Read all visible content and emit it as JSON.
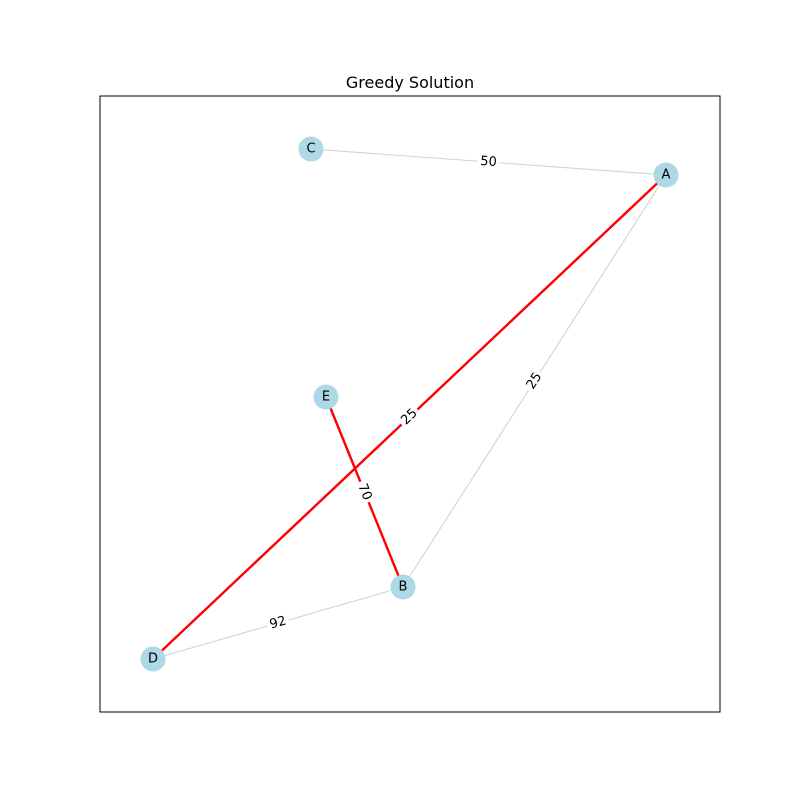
{
  "title": "Greedy Solution",
  "colors": {
    "node_fill": "#add8e6",
    "edge_default": "#d3d3d3",
    "edge_selected": "#ff0000",
    "frame": "#000000"
  },
  "nodes": [
    {
      "id": "A",
      "label": "A"
    },
    {
      "id": "B",
      "label": "B"
    },
    {
      "id": "C",
      "label": "C"
    },
    {
      "id": "D",
      "label": "D"
    },
    {
      "id": "E",
      "label": "E"
    }
  ],
  "edges": [
    {
      "source": "C",
      "target": "A",
      "weight": "50",
      "selected": false
    },
    {
      "source": "A",
      "target": "B",
      "weight": "25",
      "selected": false
    },
    {
      "source": "D",
      "target": "B",
      "weight": "92",
      "selected": false
    },
    {
      "source": "A",
      "target": "D",
      "weight": "25",
      "selected": true
    },
    {
      "source": "E",
      "target": "B",
      "weight": "70",
      "selected": true
    }
  ]
}
